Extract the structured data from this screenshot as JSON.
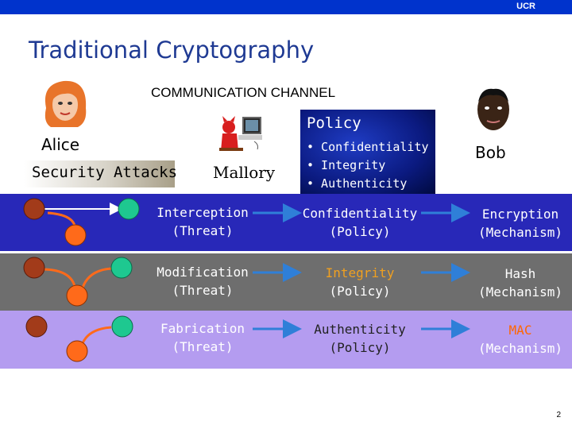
{
  "header": {
    "org": "UCR",
    "bar_color": "#0033cc"
  },
  "title": "Traditional Cryptography",
  "channel_label": "COMMUNICATION CHANNEL",
  "actors": {
    "alice": "Alice",
    "bob": "Bob",
    "mallory": "Mallory"
  },
  "security_attacks_label": "Security Attacks",
  "policy_box": {
    "title": "Policy",
    "items": [
      "• Confidentiality",
      "• Integrity",
      "• Authenticity"
    ]
  },
  "rows": [
    {
      "threat": [
        "Interception",
        "(Threat)"
      ],
      "policy": [
        "Confidentiality",
        "(Policy)"
      ],
      "mechanism": [
        "Encryption",
        "(Mechanism)"
      ],
      "band_color": "#2828b8",
      "threat_color": "#ffffff",
      "policy_color": "#ffffff",
      "mechanism_color": "#ffffff"
    },
    {
      "threat": [
        "Modification",
        "(Threat)"
      ],
      "policy": [
        "Integrity",
        "(Policy)"
      ],
      "mechanism": [
        "Hash",
        "(Mechanism)"
      ],
      "band_color": "#6e6e6e",
      "threat_color": "#ffffff",
      "policy_color": "#f0a020",
      "mechanism_color": "#ffffff"
    },
    {
      "threat": [
        "Fabrication",
        "(Threat)"
      ],
      "policy": [
        "Authenticity",
        "(Policy)"
      ],
      "mechanism": [
        "MAC",
        "(Mechanism)"
      ],
      "band_color": "#b49cf0",
      "threat_color": "#ffffff",
      "policy_color": "#222222",
      "mechanism_color": "#ff6600"
    }
  ],
  "page_number": "2"
}
